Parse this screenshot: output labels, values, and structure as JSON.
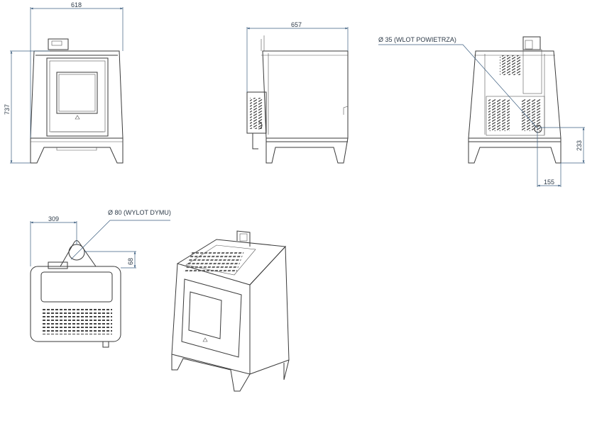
{
  "views": {
    "front": {
      "width_label": "618",
      "height_label": "737"
    },
    "side": {
      "depth_label": "657"
    },
    "back": {
      "air_inlet_label": "Ø 35 (WLOT POWIETRZA)",
      "inlet_height_label": "233",
      "inlet_offset_label": "155"
    },
    "top": {
      "flue_offset_label": "309",
      "flue_label": "Ø 80 (WYLOT DYMU)",
      "flue_depth_label": "68"
    }
  },
  "colors": {
    "dimension": "#3d5f80",
    "outline": "#3a3a3a"
  }
}
